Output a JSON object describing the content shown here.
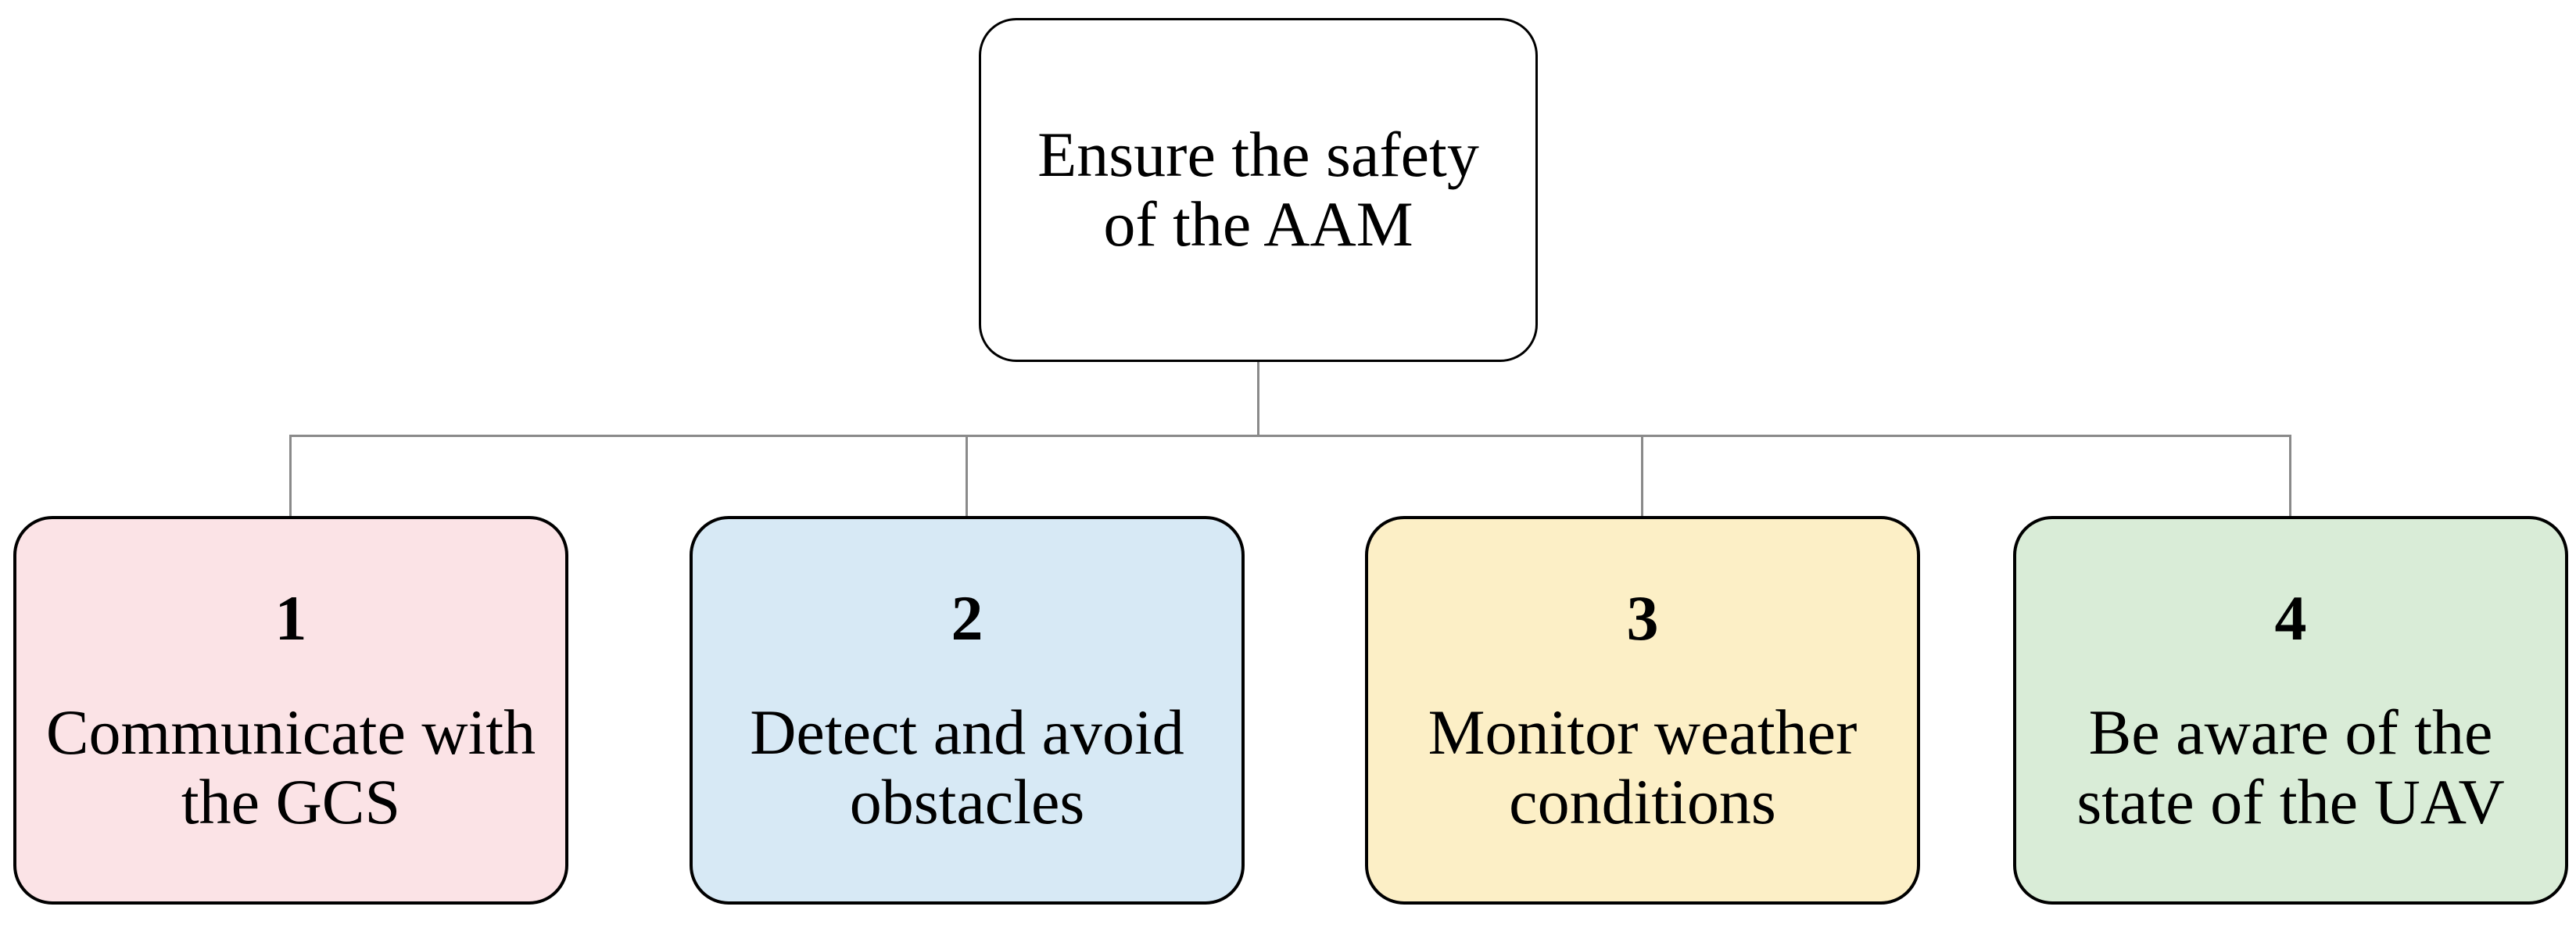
{
  "figure": {
    "root": {
      "lines": [
        "Ensure the safety",
        "of the AAM"
      ],
      "bg": "#ffffff"
    },
    "children": [
      {
        "number": "1",
        "lines": [
          "Communicate with",
          "the GCS"
        ],
        "bg": "#fbe3e6"
      },
      {
        "number": "2",
        "lines": [
          "Detect and avoid",
          "obstacles"
        ],
        "bg": "#d7e9f5"
      },
      {
        "number": "3",
        "lines": [
          "Monitor weather",
          "conditions"
        ],
        "bg": "#fcefc6"
      },
      {
        "number": "4",
        "lines": [
          "Be aware of the",
          "state of the UAV"
        ],
        "bg": "#d9ecd7"
      }
    ],
    "colors": {
      "connector": "#8a8a8a",
      "border": "#000000",
      "text": "#000000",
      "canvas_bg": "#ffffff"
    }
  }
}
